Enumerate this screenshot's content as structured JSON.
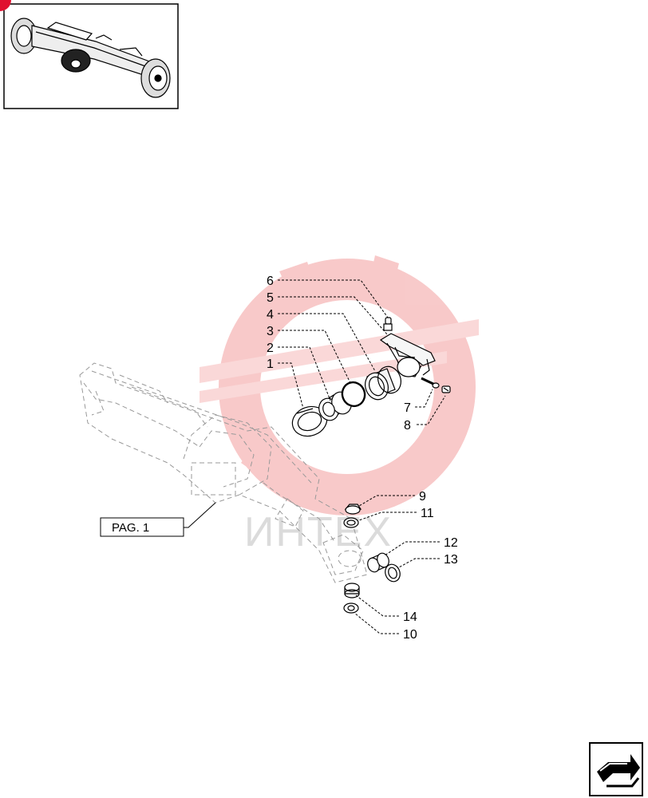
{
  "thumbnail": {
    "icon": "axle-assembly-thumbnail",
    "badge_color": "#e0102f"
  },
  "watermark": {
    "text": "ИНТЕХ",
    "gear_color": "#f6b8b8"
  },
  "reference": {
    "label": "PAG. 1"
  },
  "callouts": {
    "c1": "1",
    "c2": "2",
    "c3": "3",
    "c4": "4",
    "c5": "5",
    "c6": "6",
    "c7": "7",
    "c8": "8",
    "c9": "9",
    "c10": "10",
    "c11": "11",
    "c12": "12",
    "c13": "13",
    "c14": "14"
  },
  "nav": {
    "icon": "next-page-arrow-icon"
  }
}
